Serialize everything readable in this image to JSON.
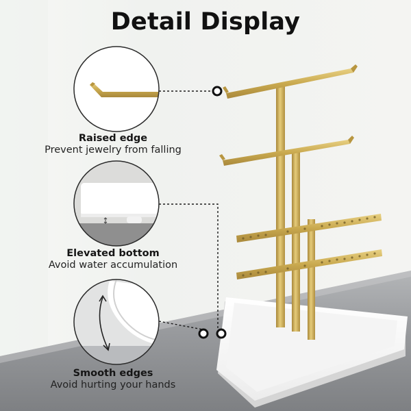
{
  "page": {
    "title": "Detail Display"
  },
  "features": [
    {
      "title": "Raised edge",
      "description": "Prevent jewelry from falling",
      "icon": "hook-end-closeup"
    },
    {
      "title": "Elevated bottom",
      "description": "Avoid water accumulation",
      "icon": "tray-feet-closeup"
    },
    {
      "title": "Smooth edges",
      "description": "Avoid hurting your hands",
      "icon": "rounded-corner-closeup"
    }
  ],
  "colors": {
    "gold": "#C9A94F",
    "tray": "#FFFFFF",
    "wall": "#F1F3F1",
    "table": "#8E9093",
    "connector": "#1A1A1A"
  }
}
